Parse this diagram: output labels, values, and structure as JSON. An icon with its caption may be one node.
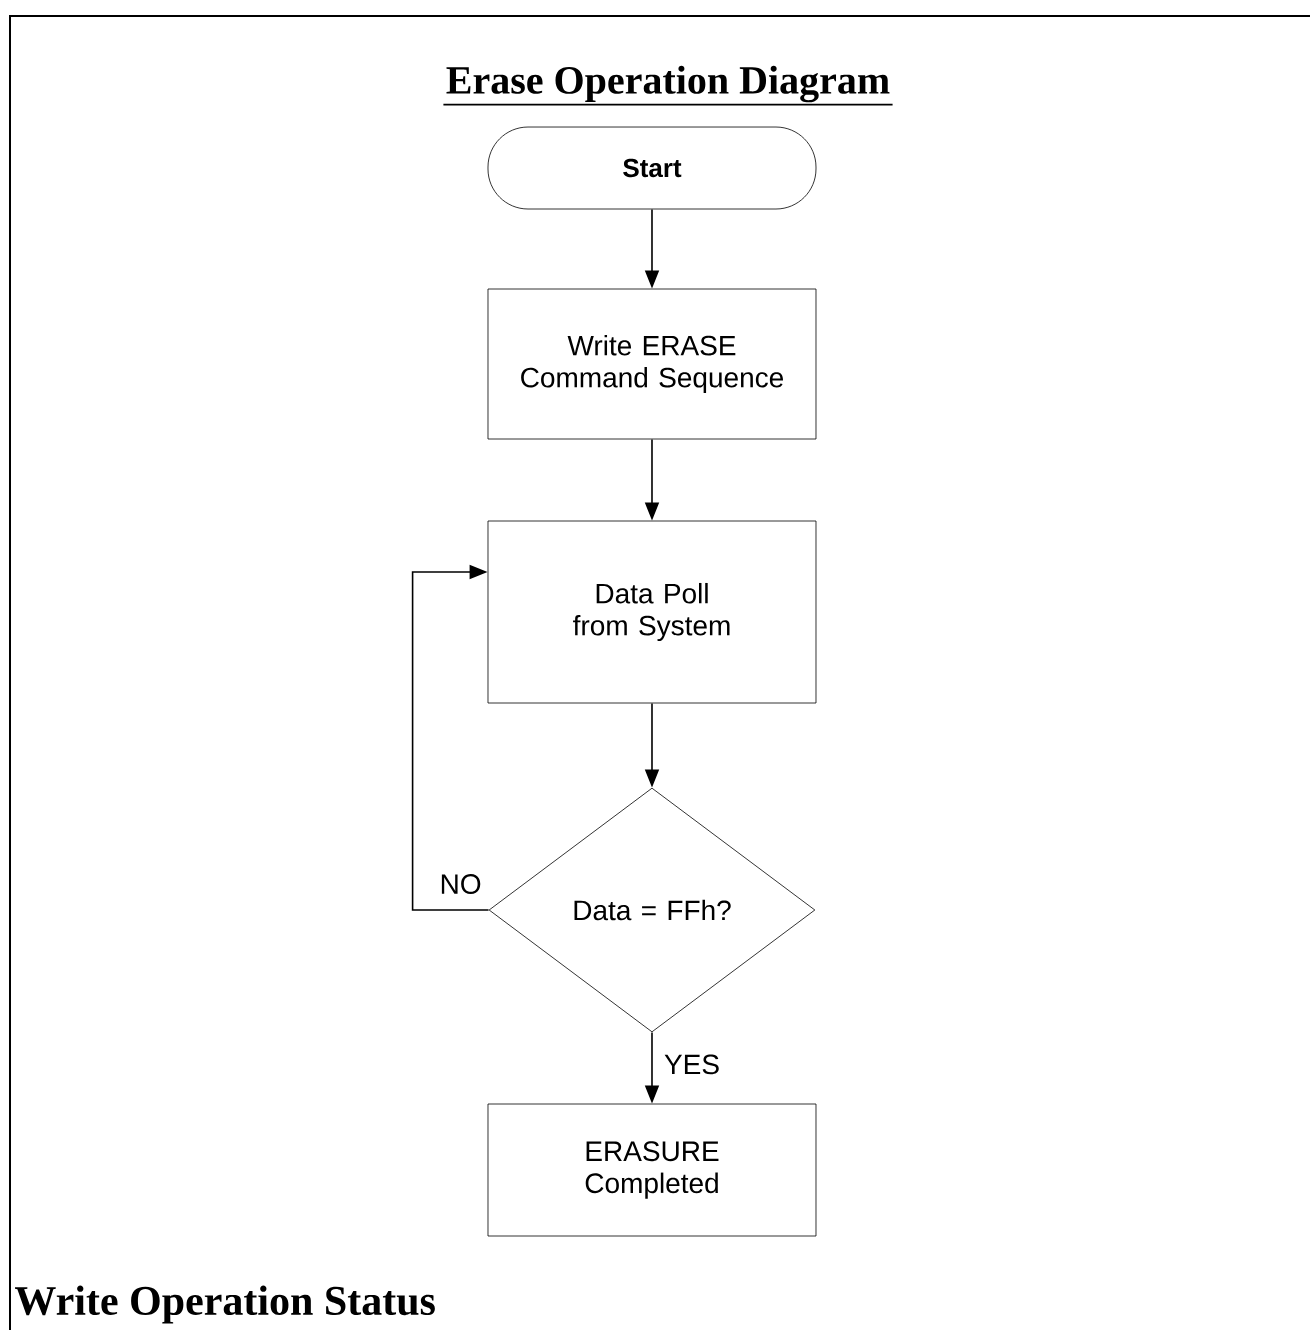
{
  "diagram": {
    "title": "Erase Operation Diagram",
    "nodes": [
      {
        "text": [
          "Start"
        ]
      },
      {
        "text": [
          "Write ERASE Command Sequence"
        ]
      },
      {
        "text": [
          "Data Poll from System"
        ]
      },
      {
        "text": [
          "Data = FFh?"
        ]
      },
      {
        "text": [
          "ERASURE Completed"
        ]
      }
    ],
    "edges": [
      {
        "from": 0,
        "to": 1,
        "arrow": "to"
      },
      {
        "from": 1,
        "to": 2,
        "arrow": "to"
      },
      {
        "from": 2,
        "to": 3,
        "arrow": "to"
      },
      {
        "from": 3,
        "to": 4,
        "arrow": "to",
        "label": "YES"
      },
      {
        "from": 3,
        "to": 2,
        "arrow": "to",
        "label": "NO"
      }
    ],
    "labels": [
      "Write Operation Status"
    ]
  }
}
